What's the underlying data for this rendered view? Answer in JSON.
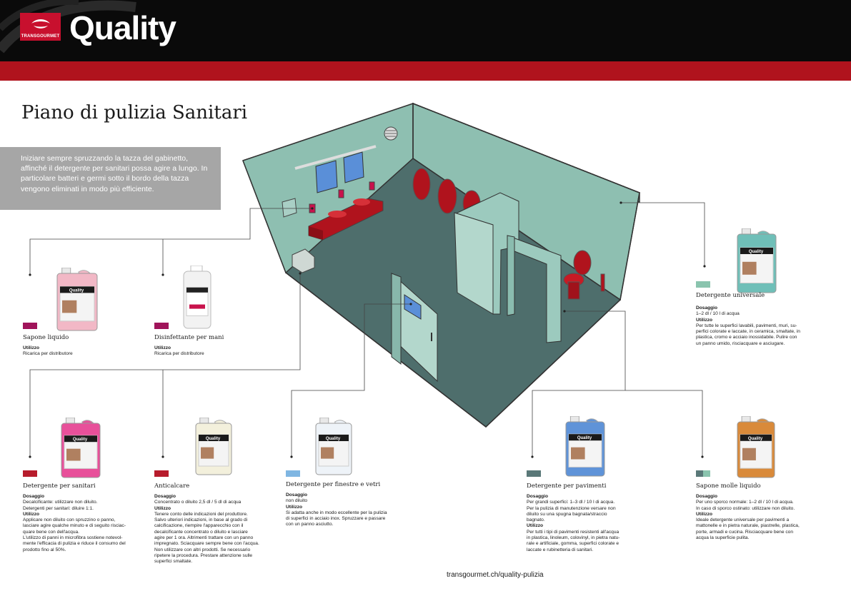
{
  "header": {
    "brand_logo_text": "TRANSGOURMET",
    "brand_title": "Quality",
    "colors": {
      "black": "#0a0a0a",
      "red": "#b0131d"
    }
  },
  "page_title": "Piano di pulizia Sanitari",
  "intro": "Iniziare sempre spruzzando la tazza del gabinetto, affinché il detergente per sanitari possa agire a lungo. In particolare batteri e germi sotto il bordo della tazza vengono eliminati in modo più efficiente.",
  "products": [
    {
      "name": "Sapone liquido",
      "swatch": "#a0145a",
      "bottle_color": "#f2b8c6",
      "lines": [
        {
          "t": "Utilizzo",
          "b": true
        },
        {
          "t": "Ricarica per distributore"
        }
      ]
    },
    {
      "name": "Disinfettante per mani",
      "swatch": "#a0145a",
      "bottle_color": "#f2f2f2",
      "lines": [
        {
          "t": "Utilizzo",
          "b": true
        },
        {
          "t": "Ricarica per distributore"
        }
      ]
    },
    {
      "name": "Detergente universale",
      "swatch": "#8ac4ae",
      "bottle_color": "#6fbfb8",
      "lines": [
        {
          "t": "Dosaggio",
          "b": true
        },
        {
          "t": "1–2 dl / 10 l di acqua"
        },
        {
          "t": "Utilizzo",
          "b": true
        },
        {
          "t": "Per tutte le superfici lavabili, pavimenti, muri, su-"
        },
        {
          "t": "perfici colorate e laccate, in ceramica, smaltate, in"
        },
        {
          "t": "plastica, cromo e acciaio inossidabile. Pulire con"
        },
        {
          "t": "un panno umido, risciacquare e asciugare."
        }
      ]
    },
    {
      "name": "Detergente per sanitari",
      "swatch": "#b71c2c",
      "bottle_color": "#e8509a",
      "lines": [
        {
          "t": "Dosaggio",
          "b": true
        },
        {
          "t": "Decalcificante: utilizzare non diluito."
        },
        {
          "t": "Detergenti per sanitari: diluire 1:1."
        },
        {
          "t": "Utilizzo",
          "b": true
        },
        {
          "t": "Applicare non diluito con spruzzino o panno,"
        },
        {
          "t": "lasciare agire qualche minuto e di seguito risciac-"
        },
        {
          "t": "quare bene con dell'acqua."
        },
        {
          "t": "L'utilizzo di panni in microfibra sostiene notevol-"
        },
        {
          "t": "mente l'efficacia di pulizia e riduce il consumo del"
        },
        {
          "t": "prodotto fino al 50%."
        }
      ]
    },
    {
      "name": "Anticalcare",
      "swatch": "#b71c2c",
      "bottle_color": "#f3f0dc",
      "lines": [
        {
          "t": "Dosaggio",
          "b": true
        },
        {
          "t": "Concentrato o diluito 2,5 dl / 5 dl di acqua"
        },
        {
          "t": "Utilizzo",
          "b": true
        },
        {
          "t": "Tenere conto delle indicazioni del produttore."
        },
        {
          "t": "Salvo ulteriori indicazioni, in base al grado di"
        },
        {
          "t": "calcificazione, riempire l'apparecchio con il"
        },
        {
          "t": "decalcificante concentrato o diluito e lasciare"
        },
        {
          "t": "agire per 1 ora. Altrimenti trattare con un panno"
        },
        {
          "t": "impregnato. Sciacquare sempre bene con l'acqua."
        },
        {
          "t": "Non utilizzare con altri prodotti. Se necessario"
        },
        {
          "t": "ripetere la procedura. Prestare attenzione sulle"
        },
        {
          "t": "superfici smaltate."
        }
      ]
    },
    {
      "name": "Detergente per finestre e vetri",
      "swatch": "#7fb6e2",
      "bottle_color": "#eef3f8",
      "lines": [
        {
          "t": "Dosaggio",
          "b": true
        },
        {
          "t": "non diluito"
        },
        {
          "t": "Utilizzo",
          "b": true
        },
        {
          "t": "Si adatta anche in modo eccellente per la pulizia"
        },
        {
          "t": "di superfici in acciaio inox. Spruzzare e passare"
        },
        {
          "t": "con un panno asciutto."
        }
      ]
    },
    {
      "name": "Detergente per pavimenti",
      "swatch": "#5a7878",
      "bottle_color": "#5f93d8",
      "lines": [
        {
          "t": "Dosaggio",
          "b": true
        },
        {
          "t": "Per grandi superfici: 1–3 dl / 10 l di acqua."
        },
        {
          "t": "Per la pulizia di manutenzione versare non"
        },
        {
          "t": "diluito su una spugna bagnata/straccio"
        },
        {
          "t": "bagnato."
        },
        {
          "t": "Utilizzo",
          "b": true
        },
        {
          "t": "Per tutti i tipi di pavimenti resistenti all'acqua"
        },
        {
          "t": "in plastica, linoleum, colovinyl, in pietra natu-"
        },
        {
          "t": "rale e artificiale, gomma, superfici colorate e"
        },
        {
          "t": "laccate e rubinetteria di sanitari."
        }
      ]
    },
    {
      "name": "Sapone molle liquido",
      "swatch": "#5a7878",
      "swatch2": "#8ac4ae",
      "bottle_color": "#d98a3a",
      "lines": [
        {
          "t": "Dosaggio",
          "b": true
        },
        {
          "t": "Per uno sporco normale: 1–2 dl / 10 l di acqua."
        },
        {
          "t": "In caso di sporco ostinato: utilizzare non diluito."
        },
        {
          "t": "Utilizzo",
          "b": true
        },
        {
          "t": "Ideale detergente universale per pavimenti a"
        },
        {
          "t": "mattonelle e in pietra naturale, piastrelle, plastica,"
        },
        {
          "t": "porte, armadi e cucina. Risciacquare bene con"
        },
        {
          "t": "acqua la superficie pulita."
        }
      ]
    }
  ],
  "bottle_label": "Quality",
  "footer_url": "transgourmet.ch/quality-pulizia"
}
